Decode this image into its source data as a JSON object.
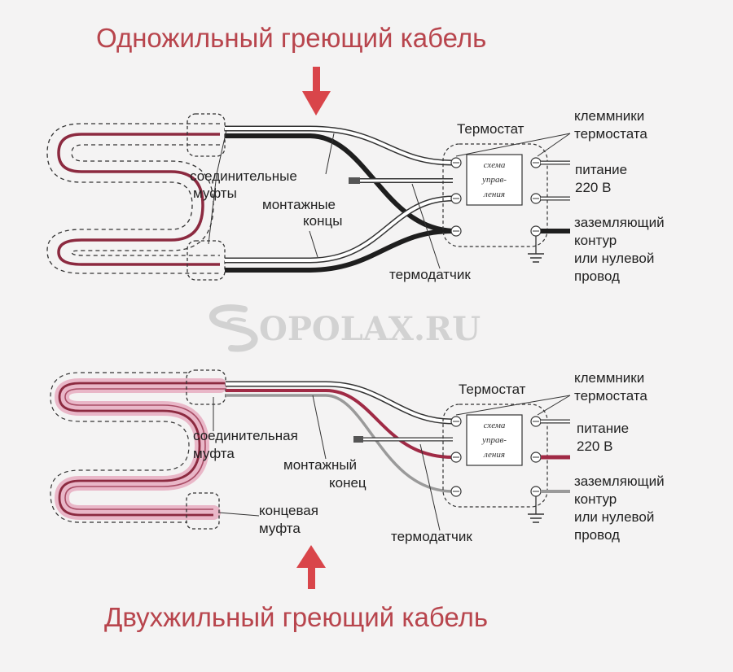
{
  "top": {
    "title": "Одножильный греющий кабель",
    "thermostat": "Термостат",
    "terminals_line1": "клеммники",
    "terminals_line2": "термостата",
    "couplings_line1": "соединительные",
    "couplings_line2": "муфты",
    "mount_ends_line1": "монтажные",
    "mount_ends_line2": "концы",
    "power_line1": "питание",
    "power_line2": "220 В",
    "ground_line1": "заземляющий",
    "ground_line2": "контур",
    "ground_line3": "или нулевой",
    "ground_line4": "провод",
    "sensor": "термодатчик",
    "box_line1": "схема",
    "box_line2": "управ-",
    "box_line3": "ления"
  },
  "watermark": "OPOLAX.RU",
  "bottom": {
    "title": "Двухжильный греющий кабель",
    "thermostat": "Термостат",
    "terminals_line1": "клеммники",
    "terminals_line2": "термостата",
    "coupling_line1": "соединительная",
    "coupling_line2": "муфта",
    "mount_end_line1": "монтажный",
    "mount_end_line2": "конец",
    "end_coupling_line1": "концевая",
    "end_coupling_line2": "муфта",
    "power_line1": "питание",
    "power_line2": "220 В",
    "ground_line1": "заземляющий",
    "ground_line2": "контур",
    "ground_line3": "или нулевой",
    "ground_line4": "провод",
    "sensor": "термодатчик",
    "box_line1": "схема",
    "box_line2": "управ-",
    "box_line3": "ления"
  },
  "colors": {
    "title": "#b8454d",
    "arrow": "#d9454a",
    "heating_cable": "#8c2a40",
    "heating_glow": "#e9b7c8",
    "wire_black": "#1e1e1e",
    "wire_red": "#a02a45",
    "wire_gray": "#9a9a9a"
  }
}
